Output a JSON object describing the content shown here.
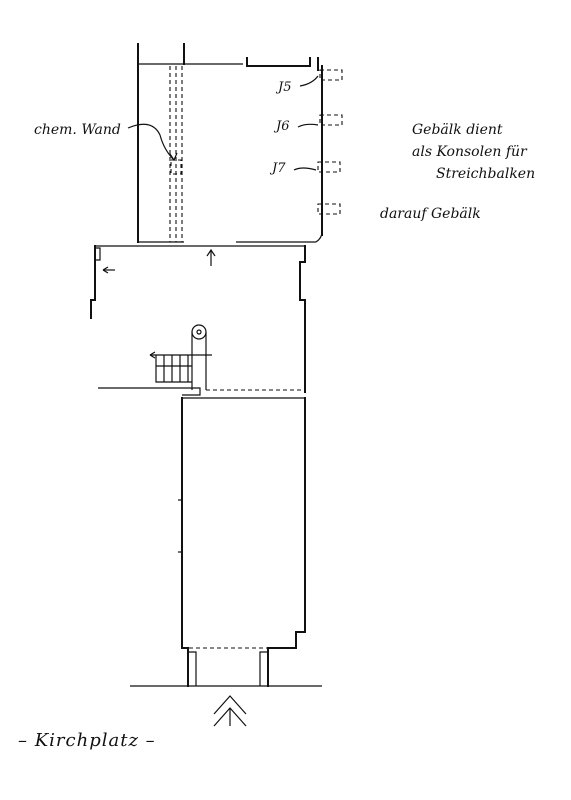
{
  "labels": {
    "former_wall": "chem. Wand",
    "beam_note_line1": "Gebälk dient",
    "beam_note_line2": "als Konsolen für",
    "beam_note_line3": "Streichbalken",
    "beam_on_top": "darauf Gebälk",
    "square": "– Kirchplatz –"
  },
  "beams": [
    {
      "id": "J5"
    },
    {
      "id": "J6"
    },
    {
      "id": "J7"
    }
  ],
  "colors": {
    "ink": "#111111",
    "paper": "#ffffff"
  },
  "icons": {
    "north_entry": "double-chevron-arrow-icon"
  }
}
